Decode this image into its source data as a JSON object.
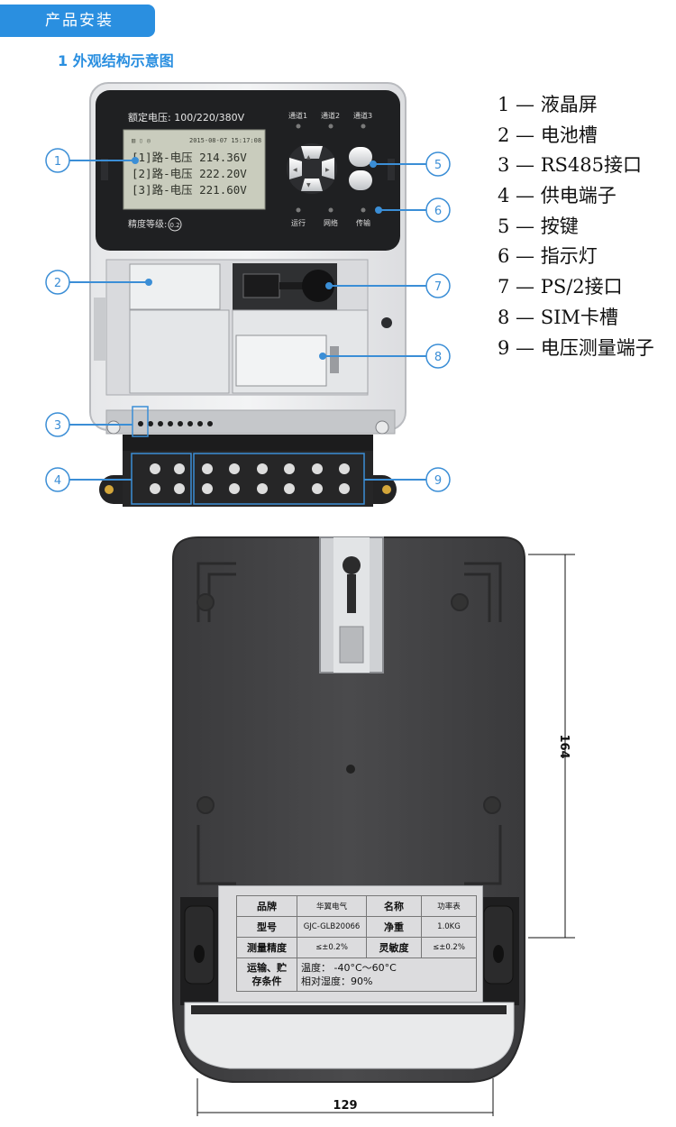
{
  "header": {
    "tab": "产品安装"
  },
  "section": {
    "title": "1 外观结构示意图"
  },
  "meter": {
    "rated_voltage": "额定电压: 100/220/380V",
    "datetime": "2015-08-07 15:17:08",
    "lines": [
      "[1]路-电压   214.36V",
      "[2]路-电压   222.20V",
      "[3]路-电压   221.60V"
    ],
    "channels": [
      "通道1",
      "通道2",
      "通道3"
    ],
    "accuracy": "精度等级:",
    "accuracy_badge": "0.2",
    "indicators": [
      "运行",
      "网络",
      "传输"
    ]
  },
  "callouts": [
    "1",
    "2",
    "3",
    "4",
    "5",
    "6",
    "7",
    "8",
    "9"
  ],
  "legend": [
    "1 — 液晶屏",
    "2 — 电池槽",
    "3 — RS485接口",
    "4 — 供电端子",
    "5 — 按键",
    "6 — 指示灯",
    "7 — PS/2接口",
    "8 — SIM卡槽",
    "9 — 电压测量端子"
  ],
  "nameplate": {
    "brand_label": "品牌",
    "brand_value": "华翼电气",
    "name_label": "名称",
    "name_value": "功率表",
    "model_label": "型号",
    "model_value": "GJC-GLB20066",
    "weight_label": "净重",
    "weight_value": "1.0KG",
    "accuracy_label": "测量精度",
    "accuracy_value": "≤±0.2%",
    "sensitivity_label": "灵敏度",
    "sensitivity_value": "≤±0.2%",
    "storage_label_1": "运输、贮",
    "storage_label_2": "存条件",
    "temp": "温度： -40°C～60°C",
    "humidity": "相对湿度：90%"
  },
  "dimensions": {
    "height": "164",
    "width": "129"
  },
  "colors": {
    "accent": "#2a8fe0",
    "callout": "#3b8ed6",
    "body_dark": "#444444",
    "lcd": "#c9ccbd"
  }
}
